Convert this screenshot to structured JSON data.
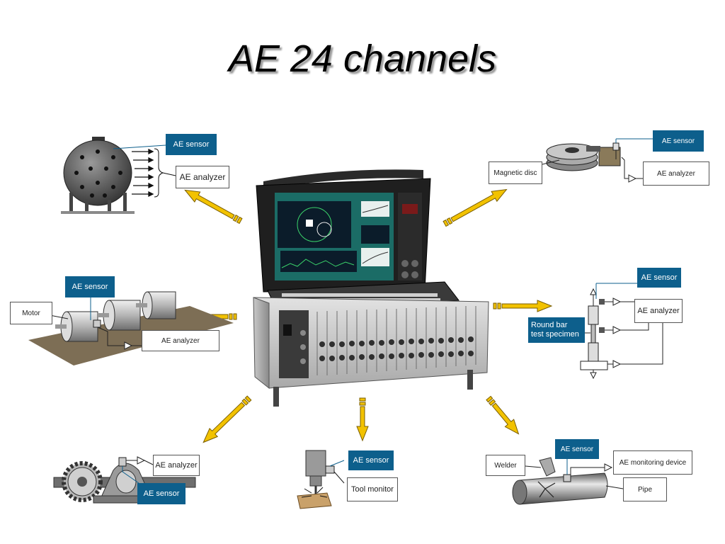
{
  "title": "AE 24 channels",
  "labels": {
    "sensor": "AE sensor",
    "analyzer": "AE analyzer",
    "magnetic_disc": "Magnetic disc",
    "motor": "Motor",
    "round_bar_line1": "Round bar",
    "round_bar_line2": "test specimen",
    "tool_monitor": "Tool monitor",
    "welder": "Welder",
    "ae_monitoring_device": "AE monitoring device",
    "pipe": "Pipe"
  },
  "colors": {
    "sensor_bg": "#0d5f8c",
    "arrow_fill": "#f2c200",
    "arrow_stroke": "#7a5e00"
  }
}
